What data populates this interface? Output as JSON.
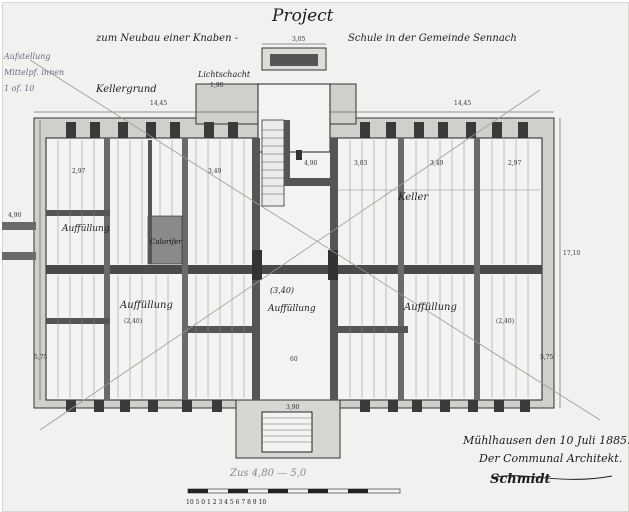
{
  "document": {
    "title": "Project",
    "subtitle_left": "zum Neubau einer Knaben -",
    "subtitle_right": "Schule in der Gemeinde Sennach",
    "plan_label": "Kellergrund",
    "lichtschacht": "Lichtschacht",
    "margin_notes": [
      "Aufstellung",
      "Mittelpf. innen",
      "1 of. 10"
    ],
    "rooms": {
      "auffullung_left_top": "Auffüllung",
      "calorifer": "Calorifer",
      "auffullung_left_bottom": "Auffüllung",
      "auffullung_center": "Auffüllung",
      "center_value": "(3,40)",
      "keller": "Keller",
      "auffullung_right_bottom": "Auffüllung"
    },
    "dimensions": {
      "top_left": "14,45",
      "top_right": "14,45",
      "top_center": "3,05",
      "lichtschacht_dim": "1,90",
      "room_a": "2,97",
      "room_b": "3,49",
      "room_c": "3,03",
      "room_d": "3,49",
      "room_e": "2,97",
      "center_upper": "4,90",
      "left_side": "4,90",
      "bottom_center": "3,90",
      "bottom_small": "60",
      "right_side": "17,10",
      "left_vert": "5,75",
      "right_vert": "5,75",
      "inner_left": "(2,40)",
      "inner_right": "(2,40)"
    },
    "date_line": "Mühlhausen den 10 Juli 1885.",
    "architect_line": "Der Communal Architekt.",
    "signature": "Schmidt",
    "pencil_note": "Zus 4,80 — 5,0",
    "scale_numbers": "10 5 0   1    2    3    4    5    6    7    8    9    10"
  }
}
